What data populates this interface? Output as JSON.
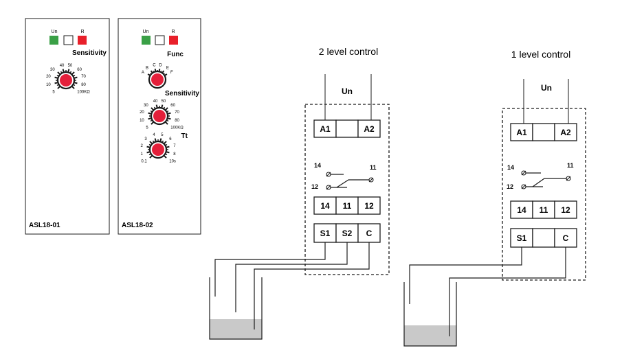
{
  "colors": {
    "led_green": "#3aa046",
    "led_red": "#e8202a",
    "knob_red": "#e41f3a",
    "water_fill": "#c9c9c9",
    "line": "#1a1a1a"
  },
  "module1": {
    "led_un": "Un",
    "led_r": "R",
    "sensitivity_label": "Sensitivity",
    "scale": [
      "5",
      "10",
      "20",
      "30",
      "40",
      "50",
      "60",
      "70",
      "80",
      "100KΩ"
    ],
    "model": "ASL18-01"
  },
  "module2": {
    "led_un": "Un",
    "led_r": "R",
    "func_label": "Func",
    "func_scale": [
      "A",
      "B",
      "C",
      "D",
      "E",
      "F"
    ],
    "sensitivity_label": "Sensitivity",
    "sens_scale": [
      "5",
      "10",
      "20",
      "30",
      "40",
      "50",
      "60",
      "70",
      "80",
      "100KΩ"
    ],
    "tt_label": "Tt",
    "tt_scale": [
      "0.1",
      "1",
      "2",
      "3",
      "4",
      "5",
      "6",
      "7",
      "8",
      "10s"
    ],
    "model": "ASL18-02"
  },
  "diagram2": {
    "title": "2 level control",
    "supply": "Un",
    "top_terminals": [
      "A1",
      "",
      "A2"
    ],
    "contact_labels": [
      "14",
      "11",
      "12"
    ],
    "relay_terminals": [
      "14",
      "11",
      "12"
    ],
    "sensor_terminals": [
      "S1",
      "S2",
      "C"
    ]
  },
  "diagram1": {
    "title": "1 level control",
    "supply": "Un",
    "top_terminals": [
      "A1",
      "",
      "A2"
    ],
    "contact_labels": [
      "14",
      "11",
      "12"
    ],
    "relay_terminals": [
      "14",
      "11",
      "12"
    ],
    "sensor_terminals": [
      "S1",
      "",
      "C"
    ]
  }
}
